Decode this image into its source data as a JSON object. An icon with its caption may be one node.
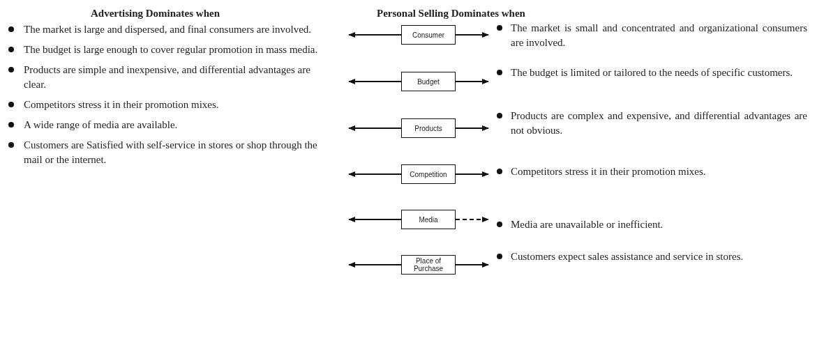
{
  "diagram": {
    "nodes": [
      {
        "text": [
          "Consumer"
        ]
      },
      {
        "text": [
          "Budget"
        ]
      },
      {
        "text": [
          "Products"
        ]
      },
      {
        "text": [
          "Competition"
        ]
      },
      {
        "text": [
          "Media"
        ]
      },
      {
        "text": [
          "Place of Purchase"
        ]
      }
    ],
    "edges": [
      {
        "from": 0,
        "to": null,
        "arrow": "to"
      },
      {
        "from": 0,
        "to": null,
        "arrow": "to"
      },
      {
        "from": 1,
        "to": null,
        "arrow": "to"
      },
      {
        "from": 1,
        "to": null,
        "arrow": "to"
      },
      {
        "from": 2,
        "to": null,
        "arrow": "to"
      },
      {
        "from": 2,
        "to": null,
        "arrow": "to"
      },
      {
        "from": 3,
        "to": null,
        "arrow": "to"
      },
      {
        "from": 3,
        "to": null,
        "arrow": "to"
      },
      {
        "from": 4,
        "to": null,
        "arrow": "to"
      },
      {
        "from": 4,
        "to": null,
        "arrow": "to",
        "style": "dashed"
      },
      {
        "from": 5,
        "to": null,
        "arrow": "to"
      },
      {
        "from": 5,
        "to": null,
        "arrow": "to"
      }
    ],
    "labels": [
      "Advertising Dominates when",
      "Personal Selling Dominates when",
      "The market is large and dispersed, and final consumers are involved.",
      "The budget is large enough to cover regular promotion in mass media.",
      "Products are simple and inexpensive, and differential advantages are clear.",
      "Competitors stress it in their promotion mixes.",
      "A wide range of media are available.",
      "Customers are Satisfied with self-service in stores or shop through the mail or the internet.",
      "The market is small and concentrated and organizational consumers are involved.",
      "The budget is limited or tailored to the needs of specific customers.",
      "Products are complex and expensive, and differential advantages are not obvious.",
      "Competitors stress it in their promotion mixes.",
      "Media are unavailable or inefficient.",
      "Customers expect sales assistance and service in stores."
    ]
  }
}
